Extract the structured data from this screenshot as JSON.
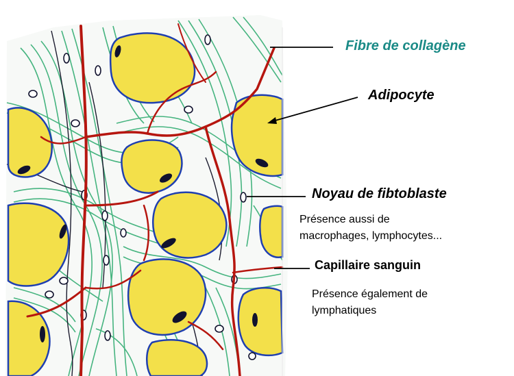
{
  "labels": {
    "collagen": "Fibre de collagène",
    "adipocyte": "Adipocyte",
    "fibroblast": "Noyau de fibtoblaste",
    "capillary": "Capillaire sanguin"
  },
  "notes": {
    "cells_line1": "Présence aussi de",
    "cells_line2": "macrophages, lymphocytes...",
    "lymph_line1": "Présence également de",
    "lymph_line2": "lymphatiques"
  },
  "colors": {
    "collagen": "#27a86b",
    "adipocyte_fill": "#f3e04a",
    "adipocyte_border": "#1f3fb0",
    "nucleus": "#11122e",
    "capillary": "#b6160f",
    "label_teal": "#1a8a86"
  }
}
